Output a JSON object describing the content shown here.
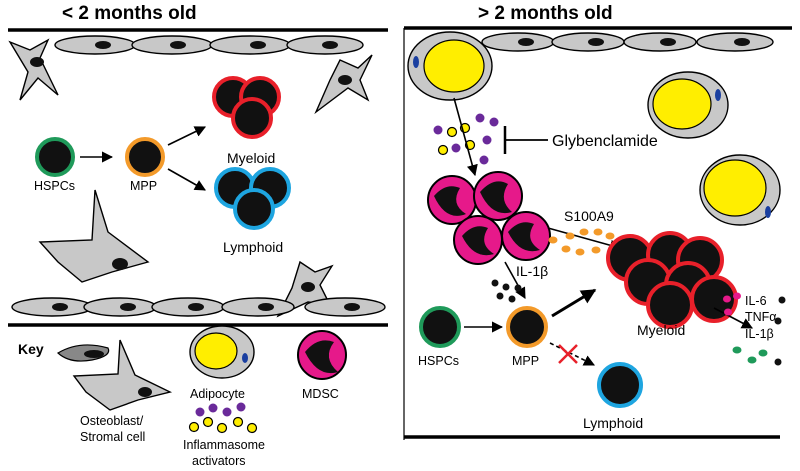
{
  "headers": {
    "left": "< 2 months old",
    "right": "> 2 months old"
  },
  "left_panel": {
    "hspc_label": "HSPCs",
    "mpp_label": "MPP",
    "myeloid_label": "Myeloid",
    "lymphoid_label": "Lymphoid"
  },
  "key": {
    "title": "Key",
    "osteoblast_label": "Osteoblast/ Stromal cell",
    "osteoblast_line1": "Osteoblast/",
    "osteoblast_line2": "Stromal cell",
    "adipocyte_label": "Adipocyte",
    "mdsc_label": "MDSC",
    "inflammasome_line1": "Inflammasome",
    "inflammasome_line2": "activators"
  },
  "right_panel": {
    "inhibitor_label": "Glybenclamide",
    "s100a9_label": "S100A9",
    "il1b_label": "IL-1β",
    "hspc_label": "HSPCs",
    "mpp_label": "MPP",
    "myeloid_label": "Myeloid",
    "lymphoid_label": "Lymphoid",
    "cytokines": [
      "IL-6",
      "TNFα",
      "IL-1β"
    ]
  },
  "colors": {
    "hspc_ring": "#1f9a5a",
    "mpp_ring": "#f39a2a",
    "myeloid_ring": "#e8202a",
    "lymphoid_ring": "#1ea5e0",
    "mdsc": "#e6198a",
    "adipocyte_fat": "#ffee00",
    "inflammasome_purple": "#6a2a9a",
    "stromal_gray": "#c8c8c8"
  }
}
